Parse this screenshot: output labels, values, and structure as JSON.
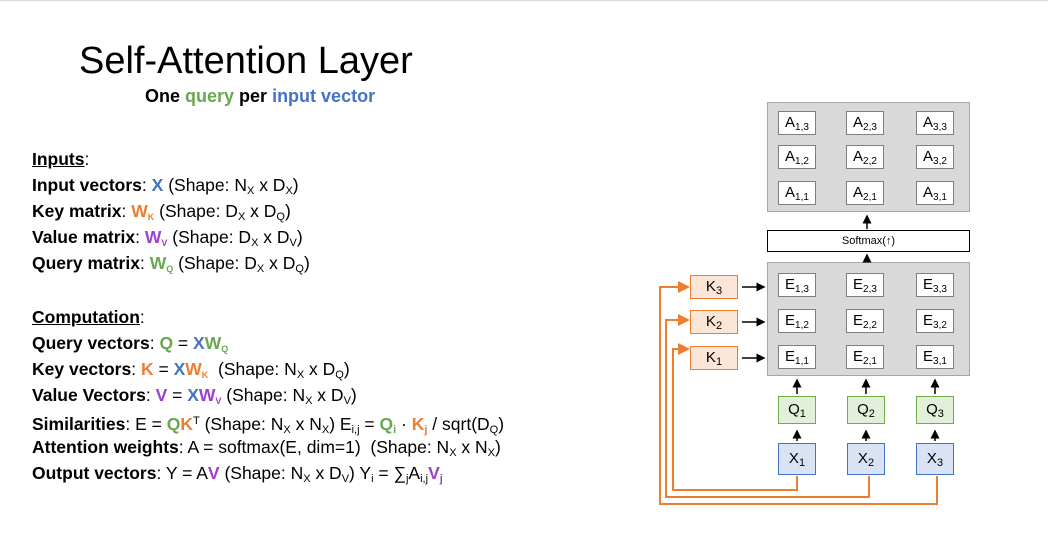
{
  "slide": {
    "title": "Self-Attention Layer",
    "subtitle": {
      "part1": "One ",
      "query": "query",
      "part2": " per ",
      "input": "input vector"
    }
  },
  "inputs": {
    "header": "Inputs",
    "header_colon": ":",
    "lines": [
      {
        "label": "Input vectors",
        "sym": "X",
        "rest": "(Shape: N",
        "s1": "X",
        "mid": " x D",
        "s2": "X",
        "end": ")"
      },
      {
        "label": "Key matrix",
        "sym": "W",
        "symsub": "K",
        "rest": "(Shape: D",
        "s1": "X",
        "mid": " x D",
        "s2": "Q",
        "end": ")"
      },
      {
        "label": "Value matrix",
        "sym": "W",
        "symsub": "V",
        "rest": "(Shape: D",
        "s1": "X",
        "mid": " x D",
        "s2": "V",
        "end": ")"
      },
      {
        "label": "Query matrix",
        "sym": "W",
        "symsub": "Q",
        "rest": "(Shape: D",
        "s1": "X",
        "mid": " x D",
        "s2": "Q",
        "end": ")"
      }
    ]
  },
  "computation": {
    "header": "Computation",
    "header_colon": ":",
    "query": {
      "label": "Query vectors",
      "lhs": "Q",
      "eq": " = ",
      "rx": "X",
      "rw": "W",
      "rsub": "Q"
    },
    "key": {
      "label": "Key vectors",
      "lhs": "K",
      "eq": " = ",
      "rx": "X",
      "rw": "W",
      "rsub": "K",
      "rest": "  (Shape: N",
      "s1": "X",
      "mid": " x D",
      "s2": "Q",
      "end": ")"
    },
    "value": {
      "label": "Value Vectors",
      "lhs": "V",
      "eq": " = ",
      "rx": "X",
      "rw": "W",
      "rsub": "V",
      "rest": " (Shape: N",
      "s1": "X",
      "mid": " x D",
      "s2": "V",
      "end": ")"
    },
    "sim": {
      "label": "Similarities",
      "pre": ": E = ",
      "q": "Q",
      "k": "K",
      "t": "T",
      "rest": " (Shape: N",
      "s1": "X",
      "mid": " x N",
      "s2": "X",
      "p2": ") E",
      "eij": "i,j",
      "eq": " = ",
      "qi": "Q",
      "i": "i",
      "dot": " · ",
      "kj": "K",
      "j": "j",
      "tail": " / sqrt(D",
      "dq": "Q",
      "close": ")"
    },
    "attn": {
      "label": "Attention weights",
      "text": ": A = softmax(E, dim=1)  (Shape: N",
      "s1": "X",
      "mid": " x N",
      "s2": "X",
      "end": ")"
    },
    "out": {
      "label": "Output vectors",
      "text": ": Y = A",
      "v": "V",
      "rest": " (Shape: N",
      "s1": "X",
      "mid": " x D",
      "s2": "V",
      "p2": ") Y",
      "yi": "i",
      "eq": " = ∑",
      "j": "j",
      "a": "A",
      "aij": "i,j",
      "vj": "V",
      "vsub": "j"
    }
  },
  "diagram": {
    "A": [
      {
        "b": "A",
        "s": "1,3"
      },
      {
        "b": "A",
        "s": "2,3"
      },
      {
        "b": "A",
        "s": "3,3"
      },
      {
        "b": "A",
        "s": "1,2"
      },
      {
        "b": "A",
        "s": "2,2"
      },
      {
        "b": "A",
        "s": "3,2"
      },
      {
        "b": "A",
        "s": "1,1"
      },
      {
        "b": "A",
        "s": "2,1"
      },
      {
        "b": "A",
        "s": "3,1"
      }
    ],
    "E": [
      {
        "b": "E",
        "s": "1,3"
      },
      {
        "b": "E",
        "s": "2,3"
      },
      {
        "b": "E",
        "s": "3,3"
      },
      {
        "b": "E",
        "s": "1,2"
      },
      {
        "b": "E",
        "s": "2,2"
      },
      {
        "b": "E",
        "s": "3,2"
      },
      {
        "b": "E",
        "s": "1,1"
      },
      {
        "b": "E",
        "s": "2,1"
      },
      {
        "b": "E",
        "s": "3,1"
      }
    ],
    "softmax": "Softmax(↑)",
    "K": [
      {
        "b": "K",
        "s": "3"
      },
      {
        "b": "K",
        "s": "2"
      },
      {
        "b": "K",
        "s": "1"
      }
    ],
    "Q": [
      {
        "b": "Q",
        "s": "1"
      },
      {
        "b": "Q",
        "s": "2"
      },
      {
        "b": "Q",
        "s": "3"
      }
    ],
    "X": [
      {
        "b": "X",
        "s": "1"
      },
      {
        "b": "X",
        "s": "2"
      },
      {
        "b": "X",
        "s": "3"
      }
    ],
    "colors": {
      "query": "#6aa84f",
      "input": "#4472c4",
      "key": "#ed7d31",
      "value": "#9b3fce",
      "wire": "#ed7d31"
    }
  }
}
